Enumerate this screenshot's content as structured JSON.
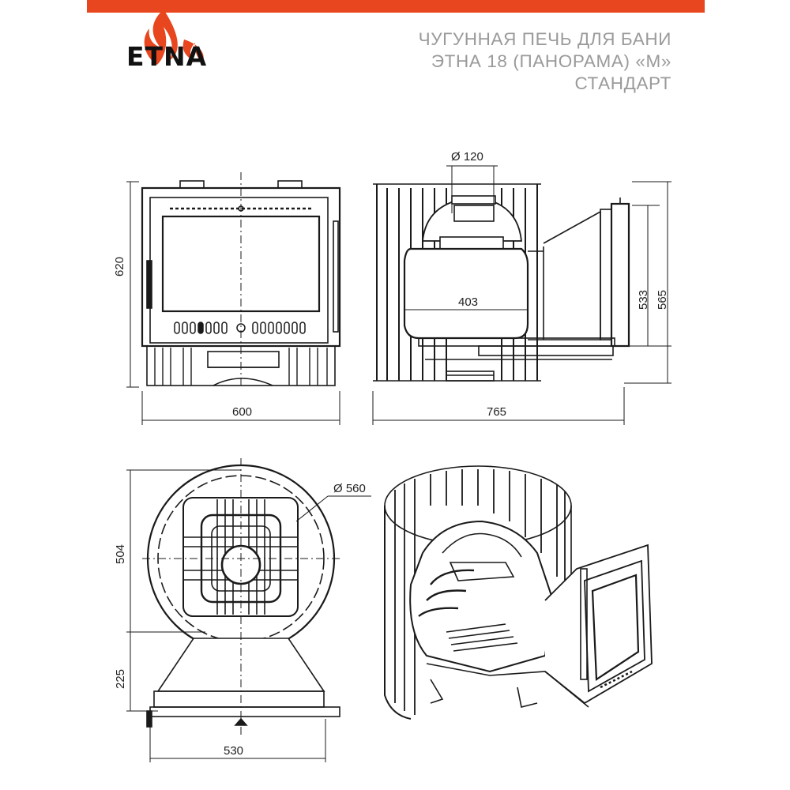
{
  "brand": {
    "logo_text": "ETNA",
    "accent_color": "#E8461E",
    "flame_icon": "flame-icon"
  },
  "header": {
    "title_lines": [
      "ЧУГУННАЯ ПЕЧЬ ДЛЯ БАНИ",
      "ЭТНА 18  (ПАНОРАМА) «М»",
      "СТАНДАРТ"
    ],
    "title_color": "#9a9a9a"
  },
  "dimensions": {
    "front_height": "620",
    "front_width": "600",
    "side_pipe_diameter": "Ø 120",
    "side_firebox_depth": "403",
    "side_height_533": "533",
    "side_height_565": "565",
    "side_depth": "765",
    "top_diameter": "Ø 560",
    "top_depth": "504",
    "top_tunnel_length": "225",
    "top_width": "530"
  }
}
